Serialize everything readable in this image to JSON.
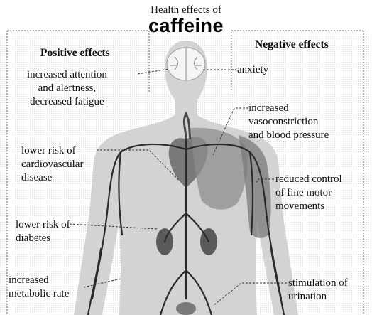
{
  "header": {
    "subtitle": "Health effects of",
    "title": "caffeine"
  },
  "sections": {
    "positive": "Positive effects",
    "negative": "Negative effects"
  },
  "effects": {
    "positive": [
      {
        "id": "alertness",
        "lines": [
          "increased attention",
          "and alertness,",
          "decreased fatigue"
        ]
      },
      {
        "id": "cardio",
        "lines": [
          "lower risk of",
          "cardiovascular",
          "disease"
        ]
      },
      {
        "id": "diabetes",
        "lines": [
          "lower risk of",
          "diabetes"
        ]
      },
      {
        "id": "metabolic",
        "lines": [
          "increased",
          "metabolic rate"
        ]
      }
    ],
    "negative": [
      {
        "id": "anxiety",
        "lines": [
          "anxiety"
        ]
      },
      {
        "id": "vasoconstriction",
        "lines": [
          "increased",
          "vasoconstriction",
          "and blood pressure"
        ]
      },
      {
        "id": "motor",
        "lines": [
          "reduced control",
          "of fine motor",
          "movements"
        ]
      },
      {
        "id": "urination",
        "lines": [
          "stimulation of",
          "urination"
        ]
      }
    ]
  },
  "colors": {
    "body": "#d3d3d3",
    "brain": "#f2f2f2",
    "vessels": "#2a2a2a",
    "organs": "#6f6f6f",
    "leader": "#333333"
  }
}
